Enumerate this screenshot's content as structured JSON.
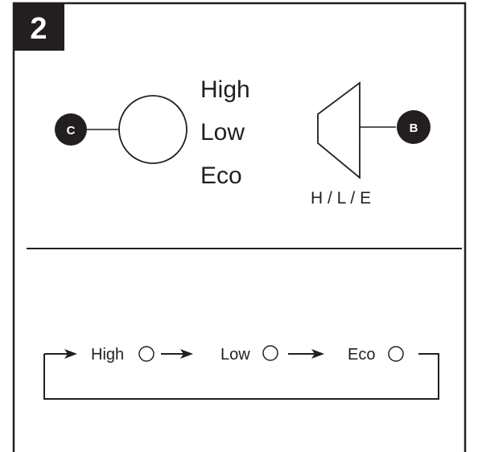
{
  "step": {
    "number": "2"
  },
  "callouts": {
    "c": "C",
    "b": "B"
  },
  "modes": {
    "high": "High",
    "low": "Low",
    "eco": "Eco"
  },
  "abbrev_label": "H / L / E",
  "sequence": [
    {
      "label": "High"
    },
    {
      "label": "Low"
    },
    {
      "label": "Eco"
    }
  ]
}
